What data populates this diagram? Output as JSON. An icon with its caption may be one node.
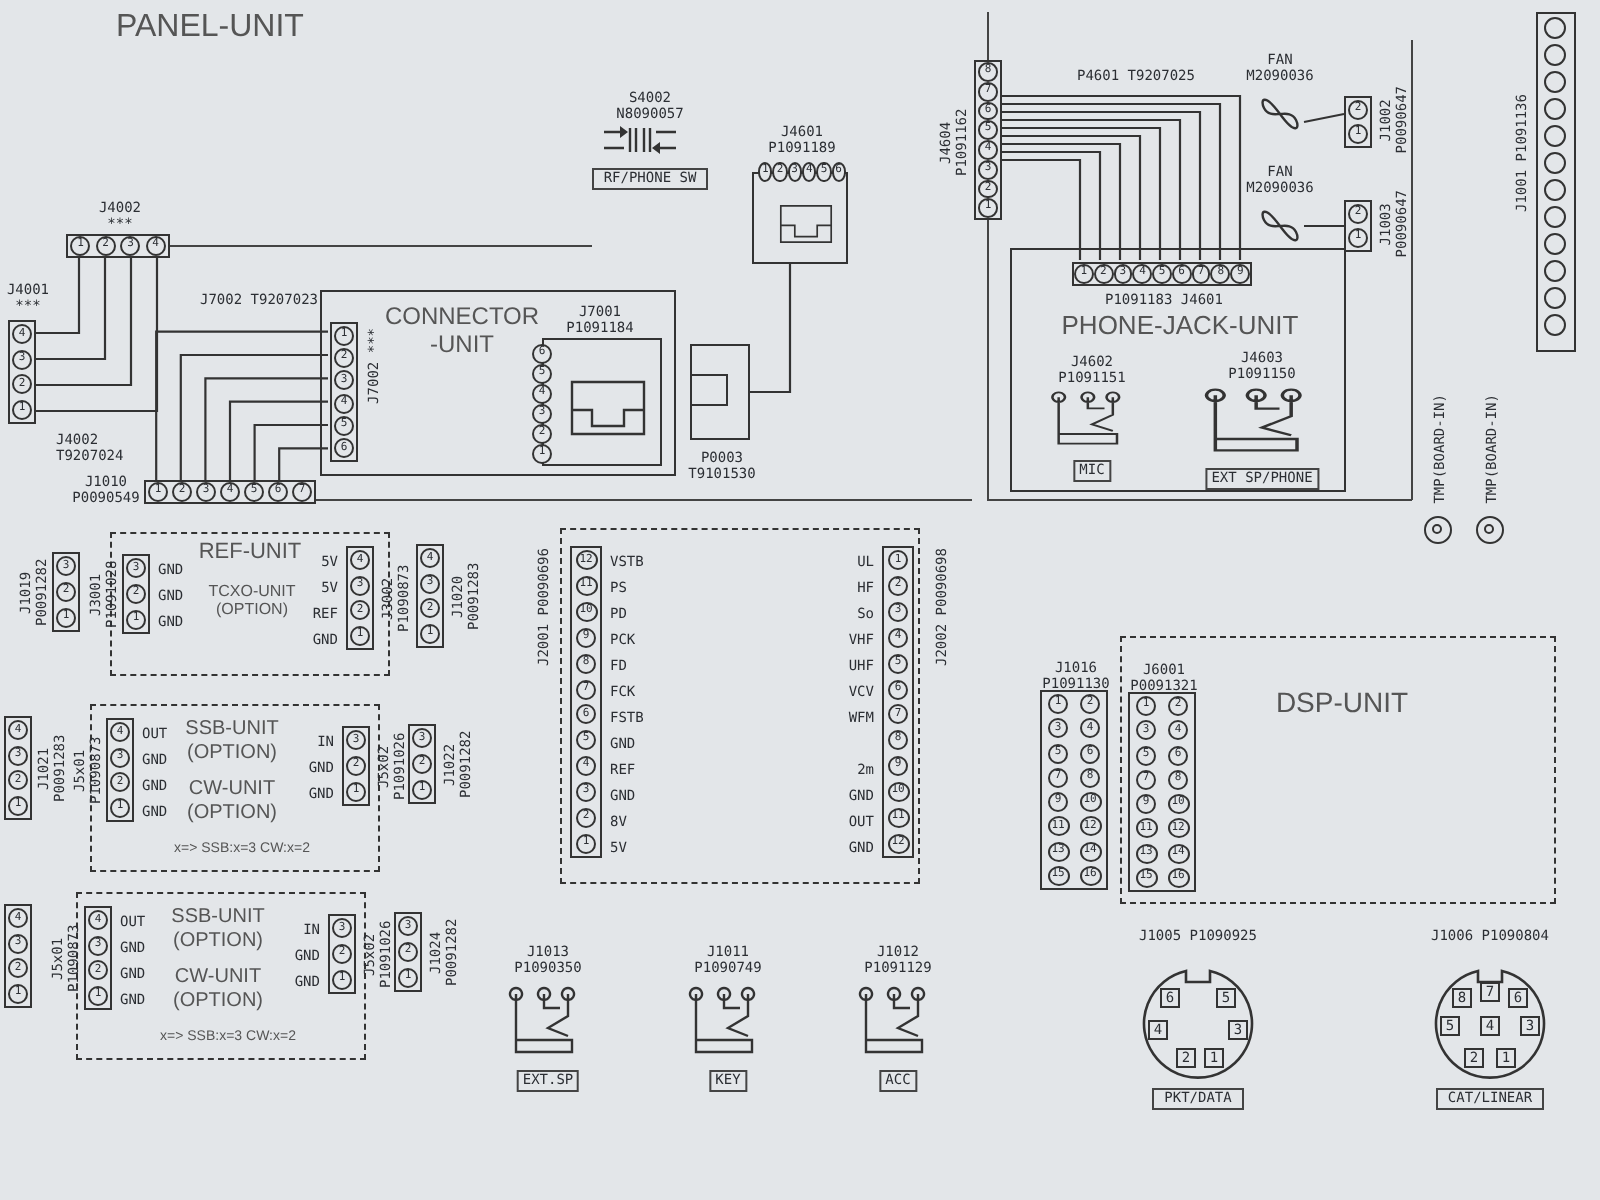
{
  "diagram": {
    "nodes": [
      {
        "text": [
          "RF/PHONE SW"
        ],
        "beside": [
          "S4002 N8090057"
        ]
      },
      {
        "text": [
          "1",
          "2",
          "3",
          "4",
          "5",
          "6"
        ],
        "beside": [
          "J4601 P1091189"
        ]
      },
      {
        "text": [
          "8",
          "7",
          "6",
          "5",
          "4",
          "3",
          "2",
          "1"
        ],
        "beside": [
          "J4604 P1091162"
        ]
      },
      {
        "text": [
          "PHONE-JACK-UNIT"
        ]
      },
      {
        "text": [
          "1",
          "2",
          "3",
          "4",
          "5",
          "6",
          "7",
          "8",
          "9"
        ],
        "beside": [
          "P1091183 J4601"
        ],
        "in": 3
      },
      {
        "text": [
          "MIC"
        ],
        "beside": [
          "J4602 P1091151"
        ],
        "in": 3
      },
      {
        "text": [
          "EXT SP/PHONE"
        ],
        "beside": [
          "J4603 P1091150"
        ],
        "in": 3
      },
      {
        "text": [
          "1",
          "2",
          "3",
          "4"
        ],
        "beside": [
          "J4002 ***"
        ]
      },
      {
        "text": [
          "4",
          "3",
          "2",
          "1"
        ],
        "beside": [
          "J4001 ***"
        ]
      },
      {
        "text": [
          "CONNECTOR -UNIT"
        ]
      },
      {
        "text": [
          "1",
          "2",
          "3",
          "4",
          "5",
          "6"
        ],
        "beside": [
          "J7002 ***"
        ],
        "in": 9
      },
      {
        "text": [
          "6",
          "5",
          "4",
          "3",
          "2",
          "1"
        ],
        "beside": [
          "J7001 P1091184"
        ],
        "in": 9
      },
      {
        "text": [
          "1",
          "2",
          "3",
          "4",
          "5",
          "6",
          "7"
        ],
        "beside": [
          "J1010 P0090549"
        ]
      },
      {
        "text": [],
        "shape": "box",
        "beside": [
          "P0003 T9101530"
        ]
      },
      {
        "text": [],
        "shape": "picture",
        "beside": [
          "FAN M2090036"
        ]
      },
      {
        "text": [
          "2",
          "1"
        ],
        "beside": [
          "J1002 P0090647"
        ]
      },
      {
        "text": [],
        "shape": "picture",
        "beside": [
          "FAN M2090036"
        ]
      },
      {
        "text": [
          "2",
          "1"
        ],
        "beside": [
          "J1003 P0090647"
        ]
      },
      {
        "text": [],
        "shape": "bar",
        "beside": [
          "J1001 P1091136"
        ]
      },
      {
        "text": [],
        "shape": "circle",
        "beside": [
          "TMP(BOARD-IN)"
        ]
      },
      {
        "text": [],
        "shape": "circle",
        "beside": [
          "TMP(BOARD-IN)"
        ]
      },
      {
        "text": [
          "REF-UNIT",
          "TCXO-UNIT (OPTION)"
        ]
      },
      {
        "text": [
          "3",
          "2",
          "1"
        ],
        "beside": [
          "J1019 P0091282"
        ]
      },
      {
        "text": [
          "3",
          "2",
          "1"
        ],
        "beside": [
          "J3001 P1091028",
          "GND",
          "GND",
          "GND"
        ],
        "in": 21
      },
      {
        "text": [
          "4",
          "3",
          "2",
          "1"
        ],
        "beside": [
          "J3002 P1090873",
          "5V",
          "5V",
          "REF",
          "GND"
        ],
        "in": 21
      },
      {
        "text": [
          "4",
          "3",
          "2",
          "1"
        ],
        "beside": [
          "J1020 P0091283"
        ]
      },
      {
        "text": [
          "SSB-UNIT (OPTION)",
          "CW-UNIT (OPTION)",
          "x=> SSB:x=3 CW:x=2"
        ]
      },
      {
        "text": [
          "4",
          "3",
          "2",
          "1"
        ],
        "beside": [
          "J1021 P0091283"
        ]
      },
      {
        "text": [
          "4",
          "3",
          "2",
          "1"
        ],
        "beside": [
          "J5x01 P1090873",
          "OUT",
          "GND",
          "GND",
          "GND"
        ],
        "in": 26
      },
      {
        "text": [
          "3",
          "2",
          "1"
        ],
        "beside": [
          "J5x02 P1091026",
          "IN",
          "GND",
          "GND"
        ],
        "in": 26
      },
      {
        "text": [
          "3",
          "2",
          "1"
        ],
        "beside": [
          "J1022 P0091282"
        ]
      },
      {
        "text": [
          "SSB-UNIT (OPTION)",
          "CW-UNIT (OPTION)",
          "x=> SSB:x=3 CW:x=2"
        ]
      },
      {
        "text": [
          "4",
          "3",
          "2",
          "1"
        ]
      },
      {
        "text": [
          "4",
          "3",
          "2",
          "1"
        ],
        "beside": [
          "J5x01 P1090873",
          "OUT",
          "GND",
          "GND",
          "GND"
        ],
        "in": 31
      },
      {
        "text": [
          "3",
          "2",
          "1"
        ],
        "beside": [
          "J5x02 P1091026",
          "IN",
          "GND",
          "GND"
        ],
        "in": 31
      },
      {
        "text": [
          "3",
          "2",
          "1"
        ],
        "beside": [
          "J1024 P0091282"
        ]
      },
      {
        "text": [],
        "shape": "box"
      },
      {
        "text": [
          "12",
          "11",
          "10",
          "9",
          "8",
          "7",
          "6",
          "5",
          "4",
          "3",
          "2",
          "1"
        ],
        "beside": [
          "J2001 P0090696",
          "VSTB",
          "PS",
          "PD",
          "PCK",
          "FD",
          "FCK",
          "FSTB",
          "GND",
          "REF",
          "GND",
          "8V",
          "5V"
        ],
        "in": 36
      },
      {
        "text": [
          "1",
          "2",
          "3",
          "4",
          "5",
          "6",
          "7",
          "8",
          "9",
          "10",
          "11",
          "12"
        ],
        "beside": [
          "J2002 P0090698",
          "UL",
          "HF",
          "So",
          "VHF",
          "UHF",
          "VCV",
          "WFM",
          "2m",
          "GND",
          "OUT",
          "GND"
        ],
        "in": 36
      },
      {
        "text": [
          "DSP-UNIT"
        ]
      },
      {
        "text": [
          "1",
          "2",
          "3",
          "4",
          "5",
          "6",
          "7",
          "8",
          "9",
          "10",
          "11",
          "12",
          "13",
          "14",
          "15",
          "16"
        ],
        "beside": [
          "J6001 P0091321"
        ],
        "in": 39
      },
      {
        "text": [
          "1",
          "2",
          "3",
          "4",
          "5",
          "6",
          "7",
          "8",
          "9",
          "10",
          "11",
          "12",
          "13",
          "14",
          "15",
          "16"
        ],
        "beside": [
          "J1016 P1091130"
        ]
      },
      {
        "text": [
          "6",
          "5",
          "4",
          "3",
          "2",
          "1"
        ],
        "beside": [
          "J1005 P1090925",
          "PKT/DATA"
        ]
      },
      {
        "text": [
          "8",
          "7",
          "6",
          "5",
          "4",
          "3",
          "2",
          "1"
        ],
        "beside": [
          "J1006 P1090804",
          "CAT/LINEAR"
        ]
      },
      {
        "text": [
          "EXT.SP"
        ],
        "beside": [
          "J1013 P1090350"
        ]
      },
      {
        "text": [
          "KEY"
        ],
        "beside": [
          "J1011 P1090749"
        ]
      },
      {
        "text": [
          "ACC"
        ],
        "beside": [
          "J1012 P1091129"
        ]
      }
    ],
    "edges": [
      {
        "from": 7,
        "to": 8,
        "arrow": "none"
      },
      {
        "from": 7,
        "to": 8,
        "arrow": "none"
      },
      {
        "from": 7,
        "to": 8,
        "arrow": "none"
      },
      {
        "from": 7,
        "to": 8,
        "arrow": "none"
      },
      {
        "from": 12,
        "to": 10,
        "arrow": "none"
      },
      {
        "from": 12,
        "to": 10,
        "arrow": "none"
      },
      {
        "from": 12,
        "to": 10,
        "arrow": "none"
      },
      {
        "from": 12,
        "to": 10,
        "arrow": "none"
      },
      {
        "from": 12,
        "to": 10,
        "arrow": "none"
      },
      {
        "from": 12,
        "to": 10,
        "arrow": "none"
      },
      {
        "from": 2,
        "to": 4,
        "arrow": "none",
        "label": "P4601 T9207025"
      },
      {
        "from": 13,
        "to": 1,
        "arrow": "none"
      },
      {
        "from": 14,
        "to": 15,
        "arrow": "none"
      },
      {
        "from": 16,
        "to": 17,
        "arrow": "none"
      }
    ],
    "labels": [
      "PANEL-UNIT",
      "J4002 T9207024",
      "J7002 T9207023"
    ]
  }
}
